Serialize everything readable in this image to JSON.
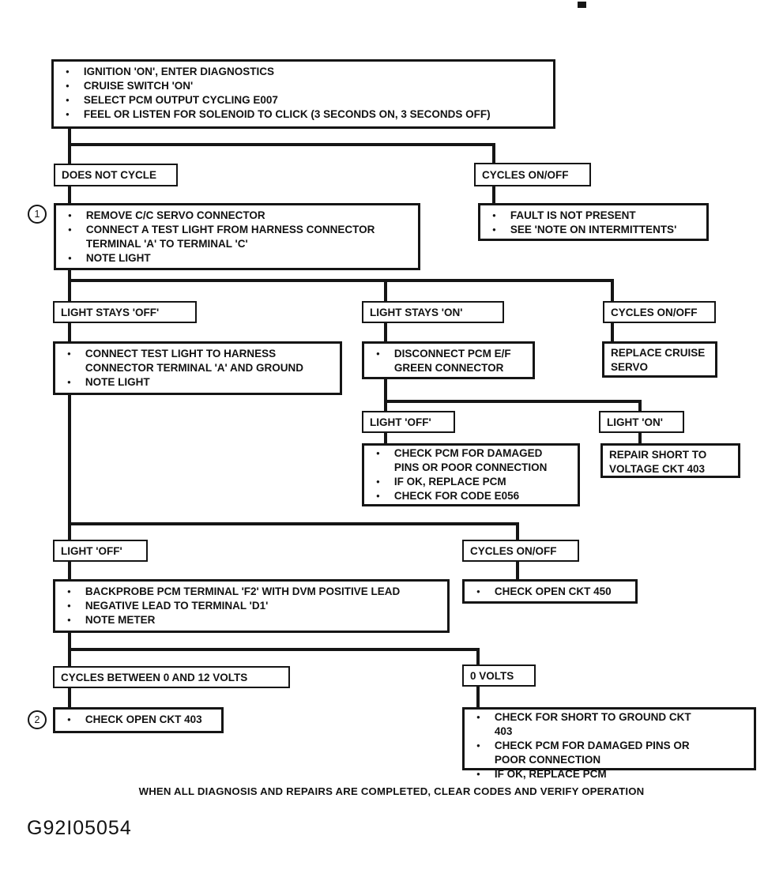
{
  "diagram": {
    "figure_id": "G92I05054",
    "footer": "WHEN ALL DIAGNOSIS AND REPAIRS ARE COMPLETED, CLEAR CODES AND VERIFY OPERATION",
    "callouts": {
      "one": "1",
      "two": "2"
    },
    "nodes": {
      "start": {
        "items": [
          "IGNITION 'ON', ENTER DIAGNOSTICS",
          "CRUISE SWITCH 'ON'",
          "SELECT PCM OUTPUT CYCLING E007",
          "FEEL OR LISTEN FOR SOLENOID TO CLICK (3 SECONDS ON, 3 SECONDS OFF)"
        ]
      },
      "does_not_cycle": {
        "label": "DOES NOT CYCLE"
      },
      "cycles_on_off_1": {
        "label": "CYCLES ON/OFF"
      },
      "step1": {
        "items": [
          "REMOVE C/C SERVO CONNECTOR",
          "CONNECT A TEST LIGHT FROM HARNESS CONNECTOR TERMINAL 'A' TO TERMINAL 'C'",
          "NOTE LIGHT"
        ]
      },
      "fault_not_present": {
        "items": [
          "FAULT IS NOT PRESENT",
          "SEE 'NOTE ON INTERMITTENTS'"
        ]
      },
      "light_stays_off": {
        "label": "LIGHT STAYS 'OFF'"
      },
      "light_stays_on": {
        "label": "LIGHT STAYS 'ON'"
      },
      "cycles_on_off_2": {
        "label": "CYCLES ON/OFF"
      },
      "connect_test_light": {
        "items": [
          "CONNECT TEST LIGHT TO HARNESS CONNECTOR TERMINAL 'A' AND GROUND",
          "NOTE LIGHT"
        ]
      },
      "disconnect_pcm": {
        "items": [
          "DISCONNECT PCM E/F GREEN CONNECTOR"
        ]
      },
      "replace_cruise_servo": {
        "label": "REPLACE CRUISE SERVO"
      },
      "light_off_1": {
        "label": "LIGHT 'OFF'"
      },
      "light_on": {
        "label": "LIGHT 'ON'"
      },
      "check_pcm_damaged": {
        "items": [
          "CHECK PCM FOR DAMAGED PINS OR POOR CONNECTION",
          "IF OK, REPLACE PCM",
          "CHECK FOR CODE E056"
        ]
      },
      "repair_short_voltage": {
        "label": "REPAIR SHORT TO VOLTAGE CKT 403"
      },
      "light_off_2": {
        "label": "LIGHT 'OFF'"
      },
      "cycles_on_off_3": {
        "label": "CYCLES ON/OFF"
      },
      "backprobe": {
        "items": [
          "BACKPROBE PCM TERMINAL 'F2' WITH DVM POSITIVE LEAD",
          "NEGATIVE LEAD TO TERMINAL 'D1'",
          "NOTE METER"
        ]
      },
      "check_open_450": {
        "items": [
          "CHECK OPEN CKT 450"
        ]
      },
      "cycles_0_12": {
        "label": "CYCLES BETWEEN 0 AND 12 VOLTS"
      },
      "zero_volts": {
        "label": "0 VOLTS"
      },
      "check_open_403": {
        "items": [
          "CHECK OPEN CKT 403"
        ]
      },
      "check_short_ground": {
        "items": [
          "CHECK FOR SHORT TO GROUND CKT 403",
          "CHECK PCM FOR DAMAGED PINS OR POOR CONNECTION",
          "IF OK, REPLACE PCM"
        ]
      }
    }
  }
}
